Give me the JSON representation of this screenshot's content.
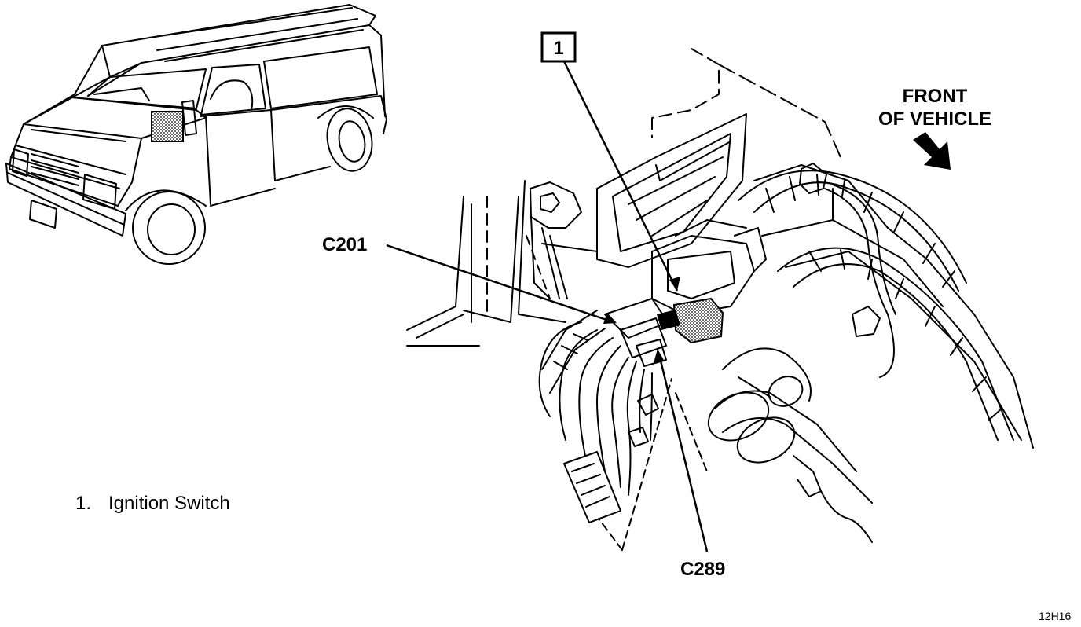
{
  "callout": {
    "number": "1"
  },
  "labels": {
    "front_line1": "FRONT",
    "front_line2": "OF VEHICLE",
    "c201": "C201",
    "c289": "C289",
    "code": "12H16"
  },
  "legend": {
    "number": "1.",
    "text": "Ignition Switch"
  },
  "icons": [
    "van-illustration",
    "arrow-icon",
    "ignition-switch-drawing"
  ],
  "colors": {
    "ink": "#000000",
    "paper": "#ffffff",
    "highlight": "#bbbbbb"
  }
}
